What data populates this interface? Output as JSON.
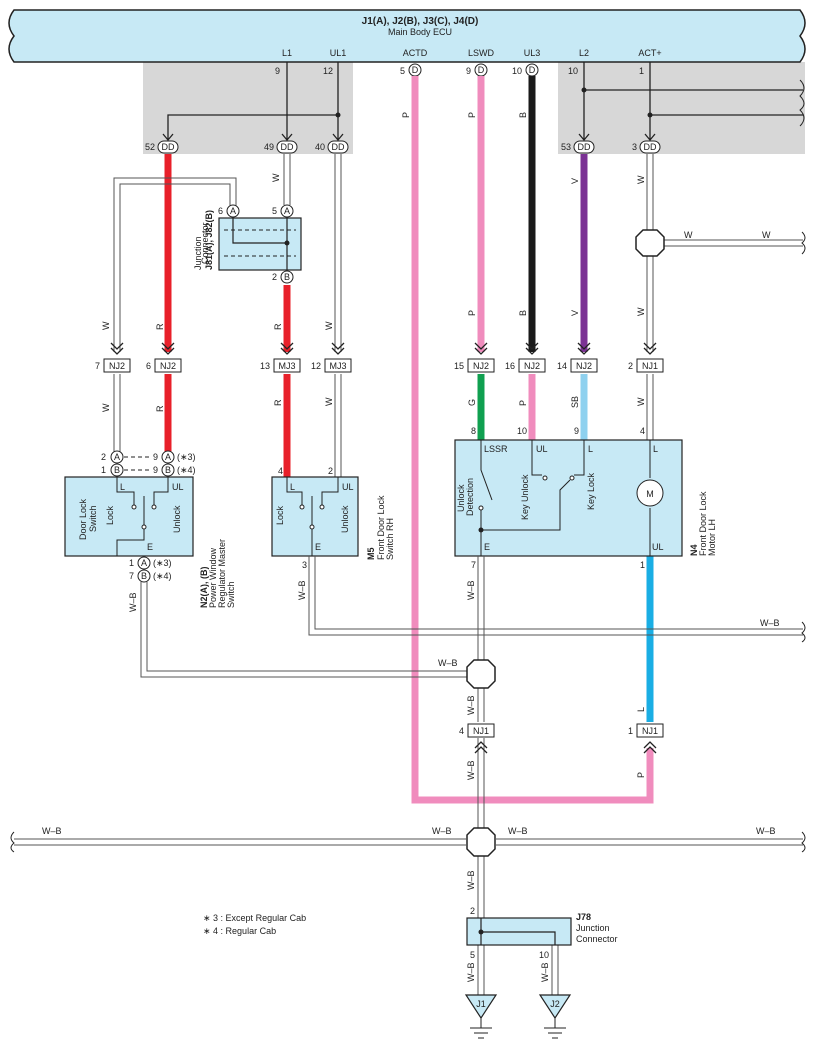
{
  "ecu": {
    "title": "J1(A), J2(B), J3(C), J4(D)",
    "subtitle": "Main Body ECU",
    "pins": [
      {
        "label": "L1",
        "pin": "9"
      },
      {
        "label": "UL1",
        "pin": "12"
      },
      {
        "label": "ACTD",
        "pin": "5",
        "conn": "D"
      },
      {
        "label": "LSWD",
        "pin": "9",
        "conn": "D"
      },
      {
        "label": "UL3",
        "pin": "10",
        "conn": "D"
      },
      {
        "label": "L2",
        "pin": "10"
      },
      {
        "label": "ACT+",
        "pin": "1"
      }
    ],
    "dd_terminals": [
      {
        "pin": "52",
        "conn": "DD"
      },
      {
        "pin": "49",
        "conn": "DD"
      },
      {
        "pin": "40",
        "conn": "DD"
      },
      {
        "pin": "53",
        "conn": "DD"
      },
      {
        "pin": "3",
        "conn": "DD"
      }
    ]
  },
  "wire_colors": {
    "W": "W",
    "R": "R",
    "P": "P",
    "B": "B",
    "V": "V",
    "G": "G",
    "SB": "SB",
    "L": "L",
    "WB": "W–B"
  },
  "colors": {
    "ecu_fill": "#c7e9f5",
    "gray_zone": "#d7d7d7",
    "red": "#e8202a",
    "pink": "#f08cbd",
    "black": "#1a1a1a",
    "purple": "#7b3294",
    "green": "#10a050",
    "light_blue": "#8fd1ef",
    "blue": "#1aaee4"
  },
  "junction_j81": {
    "name": "J81(A), J82(B)",
    "desc1": "Junction",
    "desc2": "Connector",
    "pins": [
      "6",
      "5",
      "2"
    ],
    "conns": [
      "A",
      "A",
      "B"
    ]
  },
  "nj_connectors": [
    {
      "pin": "7",
      "conn": "NJ2"
    },
    {
      "pin": "6",
      "conn": "NJ2"
    },
    {
      "pin": "13",
      "conn": "MJ3"
    },
    {
      "pin": "12",
      "conn": "MJ3"
    },
    {
      "pin": "15",
      "conn": "NJ2"
    },
    {
      "pin": "16",
      "conn": "NJ2"
    },
    {
      "pin": "14",
      "conn": "NJ2"
    },
    {
      "pin": "2",
      "conn": "NJ1"
    }
  ],
  "n2": {
    "name": "N2(A), (B)",
    "desc1": "Power Window",
    "desc2": "Regulator Master",
    "desc3": "Switch",
    "switch_label1": "Door Lock",
    "switch_label2": "Switch",
    "lock": "Lock",
    "unlock": "Unlock",
    "L": "L",
    "UL": "UL",
    "E": "E",
    "top_pins": [
      {
        "pin": "2",
        "conn": "A"
      },
      {
        "pin": "1",
        "conn": "B"
      }
    ],
    "right_pins": [
      {
        "pin": "9",
        "conn": "A",
        "note": "(∗3)"
      },
      {
        "pin": "9",
        "conn": "B",
        "note": "(∗4)"
      }
    ],
    "bottom_pins": [
      {
        "pin": "1",
        "conn": "A",
        "note": "(∗3)"
      },
      {
        "pin": "7",
        "conn": "B",
        "note": "(∗4)"
      }
    ]
  },
  "m5": {
    "name": "M5",
    "desc1": "Front Door Lock",
    "desc2": "Switch RH",
    "lock": "Lock",
    "unlock": "Unlock",
    "L": "L",
    "UL": "UL",
    "E": "E",
    "pins": [
      "4",
      "2",
      "3"
    ]
  },
  "n4": {
    "name": "N4",
    "desc1": "Front Door Lock",
    "desc2": "Motor LH",
    "lssr": "LSSR",
    "UL": "UL",
    "L": "L",
    "L2": "L",
    "UL2": "UL",
    "E": "E",
    "unlock_det1": "Unlock",
    "unlock_det2": "Detection",
    "key_unlock": "Key Unlock",
    "key_lock": "Key Lock",
    "motor": "M",
    "pins": [
      "8",
      "10",
      "9",
      "4",
      "7",
      "1"
    ]
  },
  "nj1_lower": [
    {
      "pin": "4",
      "conn": "NJ1"
    },
    {
      "pin": "1",
      "conn": "NJ1"
    }
  ],
  "j78": {
    "name": "J78",
    "desc1": "Junction",
    "desc2": "Connector",
    "pins": [
      "2",
      "5",
      "10"
    ]
  },
  "grounds": [
    "J1",
    "J2"
  ],
  "notes": [
    "∗ 3 : Except Regular Cab",
    "∗ 4 : Regular Cab"
  ]
}
